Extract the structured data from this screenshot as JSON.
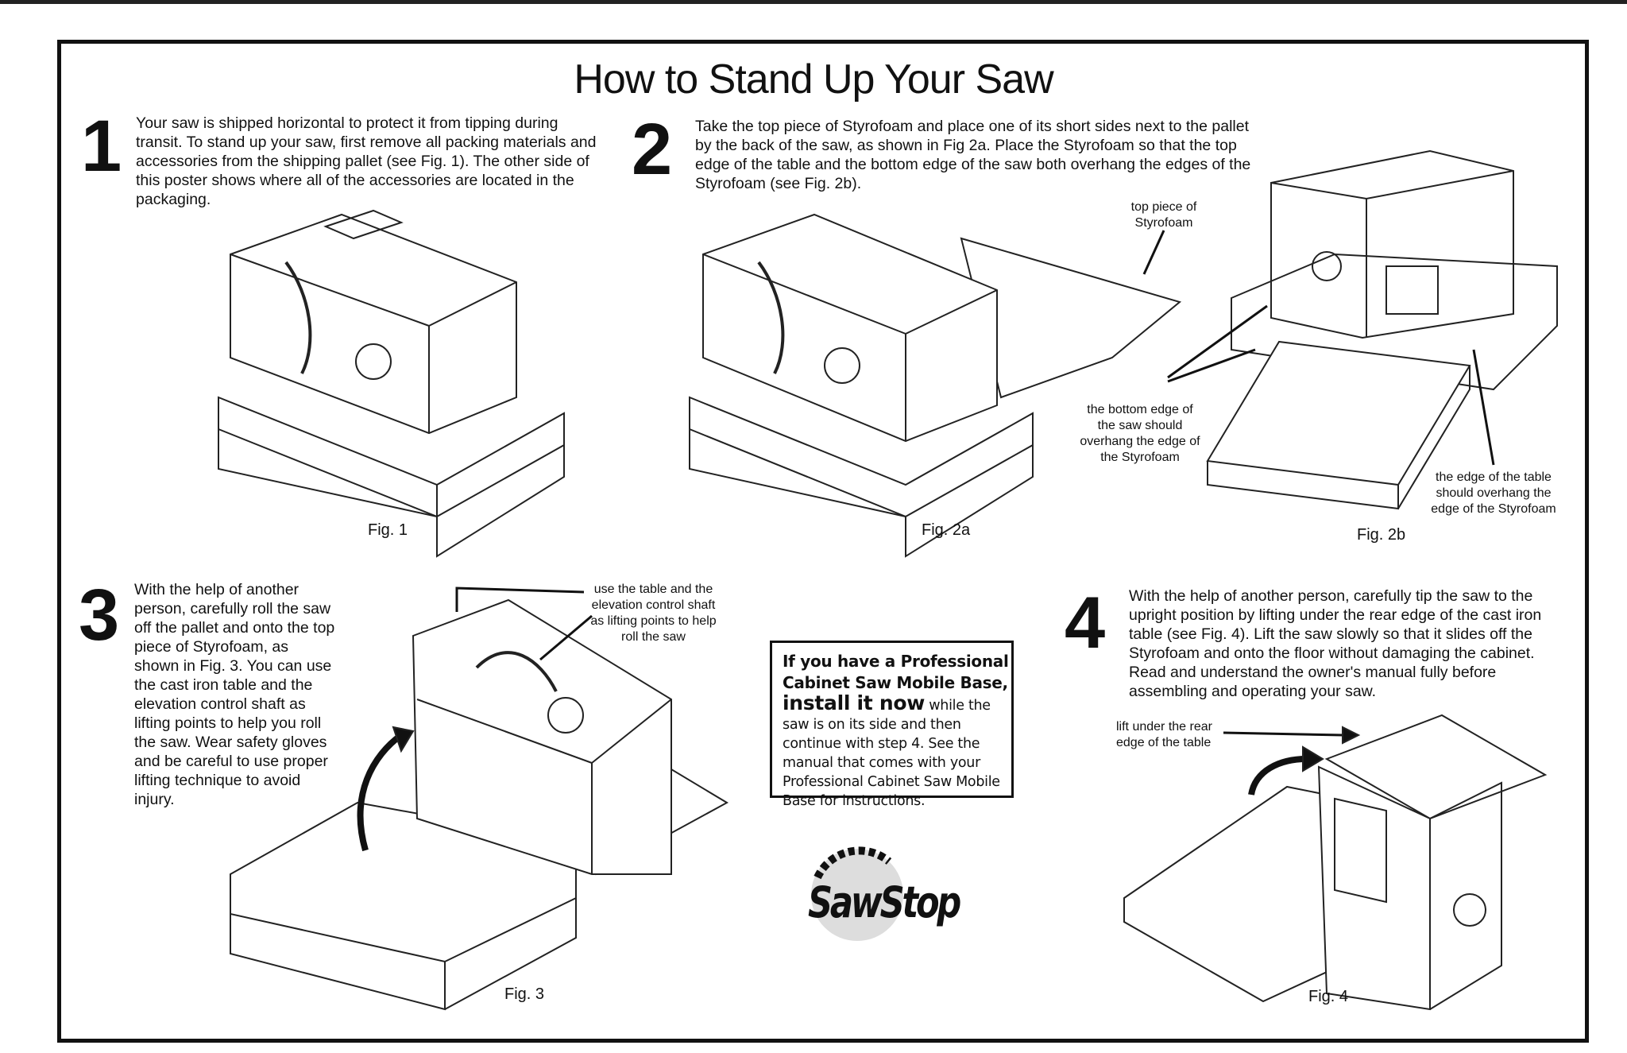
{
  "title": "How to Stand Up Your Saw",
  "steps": [
    {
      "number": "1",
      "text": "Your saw is shipped horizontal to protect it from tipping during transit. To stand up your saw, first remove all packing materials and accessories from the shipping pallet (see Fig. 1). The other side of this poster shows where all of the accessories are located in the packaging."
    },
    {
      "number": "2",
      "text": "Take the top piece of Styrofoam and place one of its short sides next to the pallet by the back of the saw, as shown in Fig 2a. Place the Styrofoam so that the top edge of the table and the bottom edge of the saw both overhang the edges of the Styrofoam (see Fig. 2b)."
    },
    {
      "number": "3",
      "text": "With the help of another person, carefully roll the saw off the pallet and onto the top piece of Styrofoam, as shown in Fig. 3. You can use the cast iron table and the elevation control shaft as lifting points to help you roll the saw. Wear safety gloves and be careful to use proper lifting technique to avoid injury."
    },
    {
      "number": "4",
      "text": "With the help of another person, carefully tip the saw to the upright position by lifting under the rear edge of the cast iron table (see Fig. 4). Lift the saw slowly so that it slides off the Styrofoam and onto the floor without damaging the cabinet. Read and understand the owner's manual fully before assembling and operating your saw."
    }
  ],
  "figures": {
    "fig1": "Fig. 1",
    "fig2a": "Fig. 2a",
    "fig2b": "Fig. 2b",
    "fig3": "Fig. 3",
    "fig4": "Fig. 4"
  },
  "callouts": {
    "top_piece": "top piece of Styrofoam",
    "bottom_edge": "the bottom edge of the saw should overhang the edge of the Styrofoam",
    "table_edge": "the edge of the table should overhang the edge of the Styrofoam",
    "lifting_points": "use the table and the elevation control shaft as lifting points to help roll the saw",
    "lift_under": "lift under the rear edge of the table"
  },
  "notice": {
    "heading": "If you have a Professional Cabinet Saw Mobile Base,",
    "emphasis": "install it now",
    "body": "while the saw is on its side and then continue with step 4. See the manual that comes with your Professional Cabinet Saw Mobile Base for instructions."
  },
  "logo": "SawStop"
}
